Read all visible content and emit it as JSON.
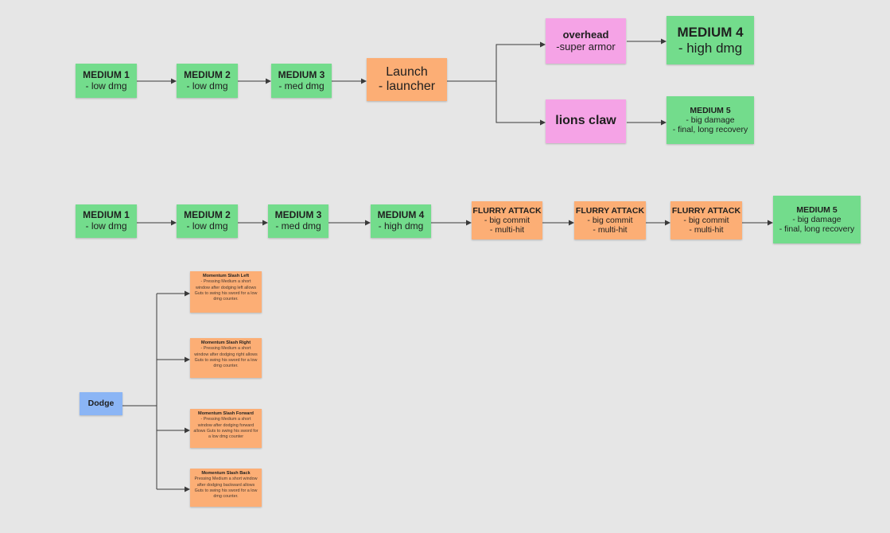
{
  "row1": {
    "medium1": {
      "title": "MEDIUM 1",
      "line": "- low dmg"
    },
    "medium2": {
      "title": "MEDIUM 2",
      "line": "- low dmg"
    },
    "medium3": {
      "title": "MEDIUM 3",
      "line": "- med dmg"
    },
    "launch": {
      "line1": "Launch",
      "line2": "- launcher"
    },
    "overhead": {
      "title": "overhead",
      "line": "-super armor"
    },
    "medium4": {
      "title": "MEDIUM 4",
      "line": "- high dmg"
    },
    "lions_claw": {
      "title": "lions claw"
    },
    "medium5": {
      "title": "MEDIUM 5",
      "line1": "- big damage",
      "line2": "- final, long recovery"
    }
  },
  "row2": {
    "medium1": {
      "title": "MEDIUM 1",
      "line": "- low dmg"
    },
    "medium2": {
      "title": "MEDIUM 2",
      "line": "- low dmg"
    },
    "medium3": {
      "title": "MEDIUM 3",
      "line": "- med dmg"
    },
    "medium4": {
      "title": "MEDIUM 4",
      "line": "- high dmg"
    },
    "flurry1": {
      "title": "FLURRY ATTACK",
      "line1": "- big commit",
      "line2": "- multi-hit"
    },
    "flurry2": {
      "title": "FLURRY ATTACK",
      "line1": "- big commit",
      "line2": "- multi-hit"
    },
    "flurry3": {
      "title": "FLURRY ATTACK",
      "line1": "- big commit",
      "line2": "- multi-hit"
    },
    "medium5": {
      "title": "MEDIUM 5",
      "line1": "- big damage",
      "line2": "- final, long recovery"
    }
  },
  "dodge": {
    "label": "Dodge",
    "left": {
      "title": "Momentum Slash Left",
      "text": "- Pressing Medium a short window after dodging left allows Guts to swing his sword for a low dmg counter."
    },
    "right": {
      "title": "Momentum Slash Right",
      "text": "- Pressing Medium a short window after dodging right allows Guts to swing his sword for a low dmg counter."
    },
    "forward": {
      "title": "Momentum Slash Forward",
      "text": "- Pressing Medium a short window after dodging forward allows Guts to swing his sword for a low dmg counter"
    },
    "back": {
      "title": "Momentum Slash Back",
      "text": "Pressing Medium a short window after dodging backward allows Guts to swing his sword for a low dmg counter."
    }
  },
  "colors": {
    "green": "#73dc8c",
    "orange": "#fcae75",
    "pink": "#f5a3e6",
    "blue": "#8bb5f5",
    "background": "#e6e6e6",
    "connector": "#3a3a3a"
  }
}
